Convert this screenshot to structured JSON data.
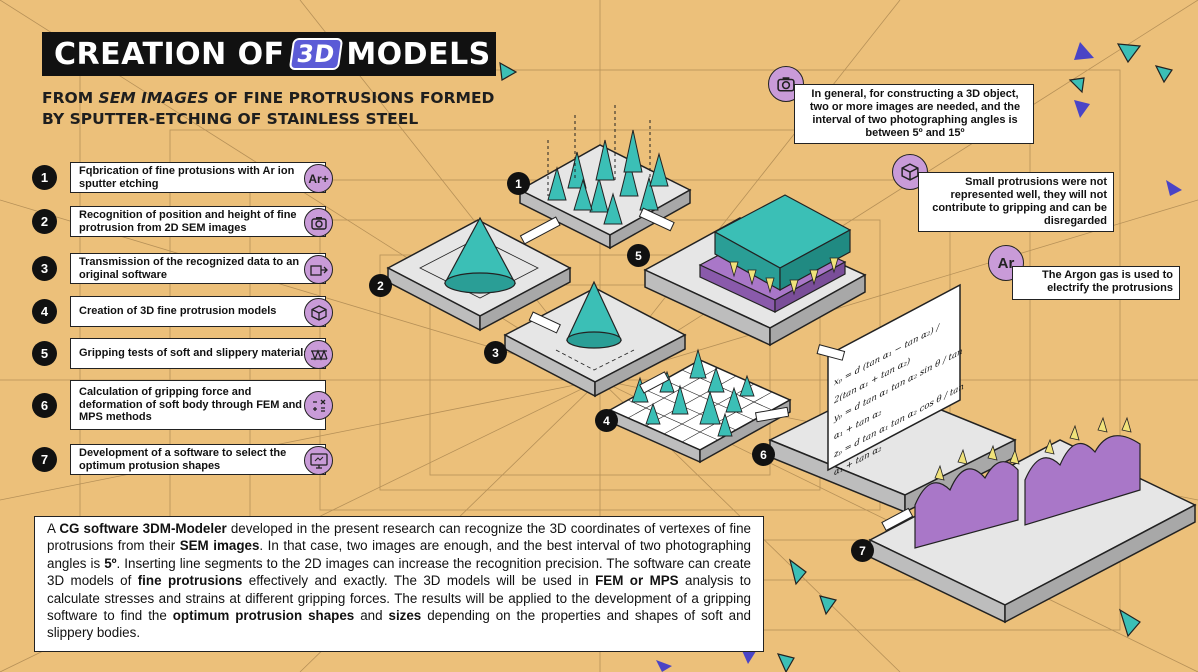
{
  "title": {
    "part1": "CREATION OF",
    "mark": "3D",
    "part2": "MODELS"
  },
  "subtitle": {
    "pre": "FROM ",
    "em": "SEM IMAGES",
    "post": " OF FINE PROTRUSIONS FORMED",
    "line2": "BY SPUTTER-ETCHING OF STAINLESS STEEL"
  },
  "steps": [
    {
      "num": "1",
      "text": "Fqbrication of fine protusions with Ar  ion sputter etching",
      "icon": "argon-plus-icon",
      "icon_text": "Ar+"
    },
    {
      "num": "2",
      "text": "Recognition of position and height of fine protrusion from 2D SEM images",
      "icon": "camera-icon"
    },
    {
      "num": "3",
      "text": "Transmission of the recognized data to an original software",
      "icon": "transfer-icon"
    },
    {
      "num": "4",
      "text": "Creation of 3D fine protrusion models",
      "icon": "cube-icon"
    },
    {
      "num": "5",
      "text": "Gripping tests of soft and slippery materials",
      "icon": "gripper-icon"
    },
    {
      "num": "6",
      "text": "Calculation of gripping force and deformation of soft body through FEM and MPS methods",
      "icon": "calculator-icon"
    },
    {
      "num": "7",
      "text": "Development of a software to select the optimum protusion shapes",
      "icon": "monitor-icon"
    }
  ],
  "notes": {
    "photo": {
      "pre": "In general, for constructing a 3D object, two or more images are needed, and the interval of two photographing angles is between ",
      "bold": "5º and 15º"
    },
    "small": {
      "bold": "Small protrusions",
      "post": " were not represented well, they will not contribute to gripping and can be disregarded"
    },
    "argon": {
      "icon_text": "Ar",
      "pre": "The Argon gas is used to ",
      "bold": "electrify",
      "post": " the protrusions"
    }
  },
  "paragraph": {
    "s1": "A ",
    "b1": "CG software 3DM-Modeler",
    "s2": " developed in the present research can recognize the 3D coordinates of vertexes of fine protrusions from their ",
    "b2": "SEM images",
    "s3": ". In that case, two images are enough, and the best interval of two photographing angles is ",
    "b3": "5º",
    "s4": ". Inserting line segments to the 2D images can increase the recognition precision. The software can create 3D models of ",
    "b4": "fine protrusions",
    "s5": " effectively and exactly. The 3D models will be used in ",
    "b5": "FEM or MPS",
    "s6": " analysis to calculate stresses and strains at different gripping forces. The results will be applied to the development of a gripping software to find the ",
    "b6": "optimum protrusion shapes",
    "s7": " and ",
    "b7": "sizes",
    "s8": " depending on the properties and shapes of soft and slippery bodies."
  },
  "diagram_labels": [
    "1",
    "2",
    "3",
    "4",
    "5",
    "6",
    "7"
  ],
  "formulas": {
    "x": "xₚ = d (tan α₁ − tan α₂) / 2(tan α₁ + tan α₂)",
    "y": "yₚ = d tan α₁ tan α₂ sin θ / tan α₁ + tan α₂",
    "z": "zₚ = d tan α₁ tan α₂ cos θ / tan α₁ + tan α₂"
  },
  "colors": {
    "background": "#ecc07a",
    "teal": "#3bbfb6",
    "purple": "#a977c8",
    "panel": "#e6e6e6",
    "accent": "#4a44c6"
  }
}
